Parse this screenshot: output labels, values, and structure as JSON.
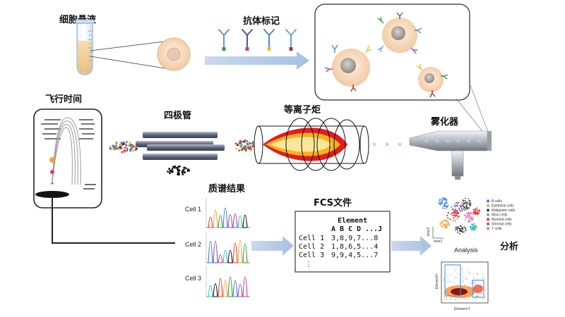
{
  "labels": {
    "cell_suspension": "细胞悬液",
    "antibody_labeling": "抗体标记",
    "time_of_flight": "飞行时间",
    "quadrupole": "四极管",
    "plasma_torch": "等离子炬",
    "nebulizer": "雾化器",
    "mass_spec_results": "质谱结果",
    "fcs_file": "FCS文件",
    "analysis": "分析"
  },
  "ms_results": {
    "cells": [
      "Cell 1",
      "Cell 2",
      "Cell 3"
    ]
  },
  "fcs": {
    "header": "Element",
    "letters": [
      "A",
      "B",
      "C",
      "D",
      "...J"
    ],
    "letter_colors": [
      "#3aa655",
      "#e8392f",
      "#e8b82f",
      "#4a90d9",
      "#222222"
    ],
    "rows": [
      {
        "label": "Cell 1",
        "values": "3,8,9,7...8"
      },
      {
        "label": "Cell 2",
        "values": "1,8,6,5...4"
      },
      {
        "label": "Cell 3",
        "values": "9,9,4,5...7"
      }
    ],
    "more": "⋮"
  },
  "tsne": {
    "legend": [
      "B cells",
      "Epithelial cells",
      "Malignant cells",
      "Mast cells",
      "Myeloid cells",
      "Stromal cells",
      "T cells"
    ],
    "legend_colors": [
      "#3a7bd5",
      "#f2a33a",
      "#444444",
      "#2ec4c4",
      "#e23b3b",
      "#7d5ab5",
      "#e66fb1"
    ],
    "y_axis": "tsne2",
    "x_axis": "tsne1",
    "caption": "Analysis"
  },
  "density": {
    "y_label": "Element",
    "y_label_suffix": "A",
    "x_label": "Element",
    "x_label_suffix": "B"
  }
}
